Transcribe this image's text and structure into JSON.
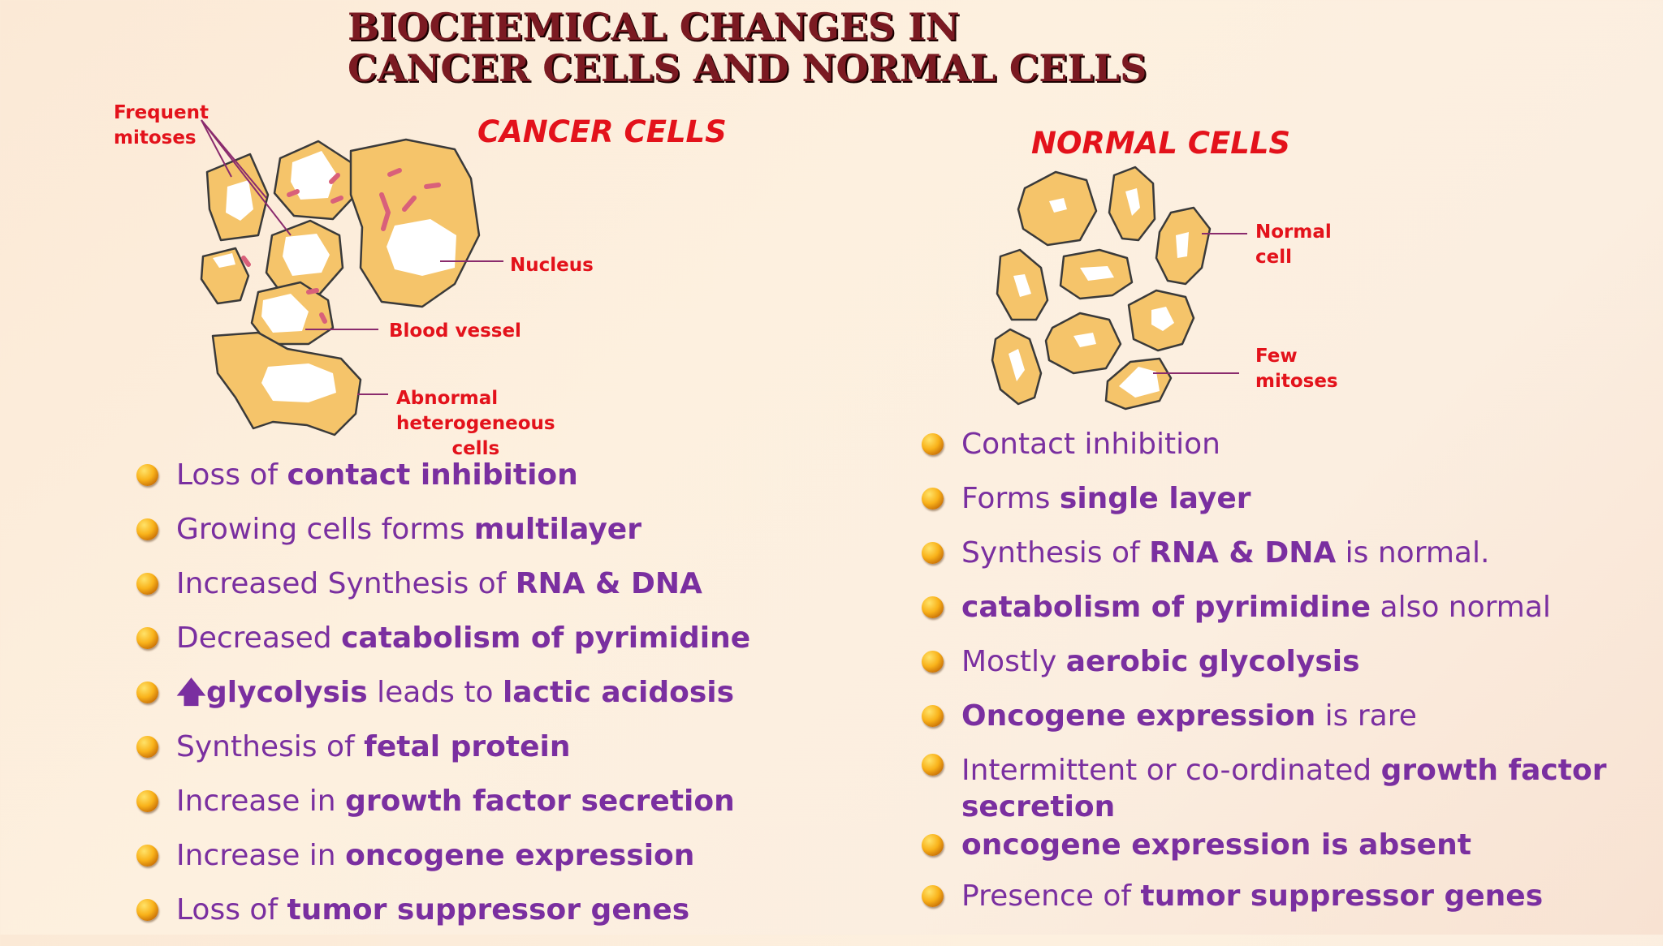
{
  "title": {
    "line1": "BIOCHEMICAL CHANGES IN",
    "line2": "CANCER CELLS AND NORMAL CELLS"
  },
  "cancer": {
    "heading": "CANCER CELLS",
    "labels": {
      "frequent_mitoses_1": "Frequent",
      "frequent_mitoses_2": "mitoses",
      "nucleus": "Nucleus",
      "blood_vessel": "Blood vessel",
      "abnormal_1": "Abnormal",
      "abnormal_2": "heterogeneous",
      "abnormal_3": "cells"
    },
    "items": [
      {
        "pre": "Loss of ",
        "bold": "contact inhibition",
        "post": ""
      },
      {
        "pre": "Growing cells forms ",
        "bold": "multilayer",
        "post": ""
      },
      {
        "pre": "Increased Synthesis of ",
        "bold": "RNA & DNA",
        "post": ""
      },
      {
        "pre": "Decreased ",
        "bold": "catabolism of pyrimidine",
        "post": ""
      },
      {
        "arrow": "🡅",
        "bold": "glycolysis",
        "mid": " leads to ",
        "bold2": "lactic acidosis"
      },
      {
        "pre": "Synthesis of ",
        "bold": "fetal protein",
        "post": ""
      },
      {
        "pre": "Increase in ",
        "bold": "growth factor secretion",
        "post": ""
      },
      {
        "pre": "Increase in ",
        "bold": "oncogene expression",
        "post": ""
      },
      {
        "pre": "Loss of ",
        "bold": "tumor suppressor genes",
        "post": ""
      }
    ]
  },
  "normal": {
    "heading": "NORMAL CELLS",
    "labels": {
      "normal_cell_1": "Normal",
      "normal_cell_2": "cell",
      "few_mitoses_1": "Few",
      "few_mitoses_2": "mitoses"
    },
    "items": [
      {
        "pre": "Contact inhibition",
        "bold": "",
        "post": ""
      },
      {
        "pre": "Forms ",
        "bold": "single layer",
        "post": ""
      },
      {
        "pre": "Synthesis of ",
        "bold": "RNA & DNA",
        "post": " is normal."
      },
      {
        "pre": "",
        "bold": "catabolism of pyrimidine",
        "post": " also normal"
      },
      {
        "pre": "Mostly ",
        "bold": "aerobic glycolysis",
        "post": ""
      },
      {
        "pre": "",
        "bold": "Oncogene expression",
        "post": " is rare"
      },
      {
        "pre": "Intermittent or co-ordinated ",
        "bold": "growth factor secretion",
        "post": ""
      },
      {
        "pre": "",
        "bold": "oncogene expression is absent",
        "post": ""
      },
      {
        "pre": "Presence of ",
        "bold": "tumor suppressor genes",
        "post": ""
      }
    ]
  },
  "colors": {
    "title": "#7b1a22",
    "heading": "#e3121b",
    "text": "#7a2fa0",
    "cell_fill": "#f5c46a",
    "cell_stroke": "#3a3a3a",
    "vessel": "#d9607a"
  }
}
